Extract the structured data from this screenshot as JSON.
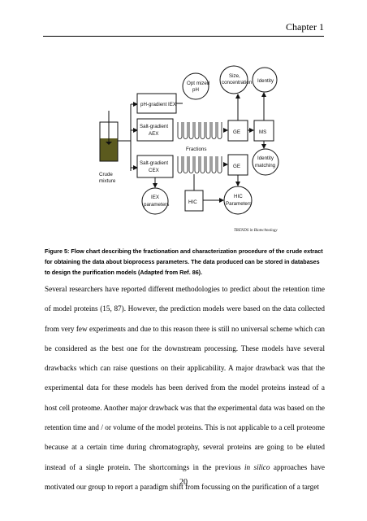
{
  "header": {
    "chapter": "Chapter 1"
  },
  "figure": {
    "labels": {
      "crude_mixture_1": "Crude",
      "crude_mixture_2": "mixture",
      "ph_gradient_iex": "pH-gradient IEX",
      "optimized_ph_1": "Opt mized",
      "optimized_ph_2": "pH",
      "size_concentration_1": "Size,",
      "size_concentration_2": "concentration",
      "identity": "Identity",
      "salt_aex_1": "Salt-gradient",
      "salt_aex_2": "AEX",
      "salt_cex_1": "Salt-gradient",
      "salt_cex_2": "CEX",
      "fractions": "Fractions",
      "ge_top": "GE",
      "ms": "MS",
      "ge_bottom": "GE",
      "identity_matching_1": "Identity",
      "identity_matching_2": "matching",
      "iex_parameters_1": "IEX",
      "iex_parameters_2": "parameters",
      "hic": "HIC",
      "hic_parameters_1": "HIC",
      "hic_parameters_2": "Parameters",
      "credit": "TRENDS in Biotechnology"
    }
  },
  "caption": "Figure 5: Flow chart describing the fractionation and characterization procedure of the crude extract for obtaining the data about bioprocess parameters. The data produced can be stored in databases to design the purification models (Adapted from Ref. 86).",
  "body": {
    "p1_a": "Several researchers have reported different methodologies to predict about the retention time of model proteins (15, 87). However, the prediction models were based on the data collected from very few experiments and due to this reason there is still no universal scheme which can be considered as the best one for the downstream processing. These models have several drawbacks which can raise questions on their applicability. A major drawback was that the experimental data for these models has been derived from the model proteins instead of a host cell proteome. Another major drawback was that the experimental data was based on the retention time and / or volume of the model proteins. This is not applicable to a cell proteome because at a certain time during chromatography, several proteins are going to be eluted instead of a single protein. The shortcomings in the previous ",
    "p1_italic": "in silico",
    "p1_b": " approaches have motivated our group to report a paradigm shift from focussing on the purification of a target"
  },
  "page_number": "20"
}
